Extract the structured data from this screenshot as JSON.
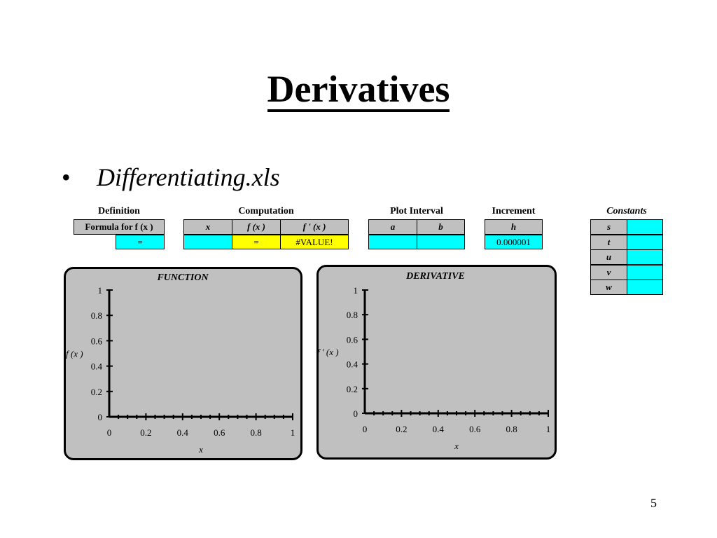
{
  "title": "Derivatives",
  "bullet": {
    "glyph": "•",
    "text": "Differentiating.xls"
  },
  "definition": {
    "label": "Definition",
    "header": "Formula for f (x )",
    "value": "="
  },
  "computation": {
    "label": "Computation",
    "headers": [
      "x",
      "f (x )",
      "f ' (x )"
    ],
    "values": [
      "",
      "=",
      "#VALUE!"
    ]
  },
  "plot_interval": {
    "label": "Plot Interval",
    "headers": [
      "a",
      "b"
    ],
    "values": [
      "",
      ""
    ]
  },
  "increment": {
    "label": "Increment",
    "header": "h",
    "value": "0.000001"
  },
  "constants": {
    "label": "Constants",
    "names": [
      "s",
      "t",
      "u",
      "v",
      "w"
    ],
    "values": [
      "",
      "",
      "",
      "",
      ""
    ]
  },
  "colors": {
    "header": "#c0c0c0",
    "input": "#00ffff",
    "output": "#ffff00",
    "chart_bg": "#c0c0c0"
  },
  "chart_data": [
    {
      "type": "line",
      "title": "FUNCTION",
      "xlabel": "x",
      "ylabel": "f (x )",
      "xlim": [
        0,
        1
      ],
      "ylim": [
        0,
        1
      ],
      "x_ticks": [
        "0",
        "0.2",
        "0.4",
        "0.6",
        "0.8",
        "1"
      ],
      "y_ticks": [
        "0",
        "0.2",
        "0.4",
        "0.6",
        "0.8",
        "1"
      ],
      "series": []
    },
    {
      "type": "line",
      "title": "DERIVATIVE",
      "xlabel": "x",
      "ylabel": "f ' (x )",
      "xlim": [
        0,
        1
      ],
      "ylim": [
        0,
        1
      ],
      "x_ticks": [
        "0",
        "0.2",
        "0.4",
        "0.6",
        "0.8",
        "1"
      ],
      "y_ticks": [
        "0",
        "0.2",
        "0.4",
        "0.6",
        "0.8",
        "1"
      ],
      "series": []
    }
  ],
  "slide_number": "5"
}
